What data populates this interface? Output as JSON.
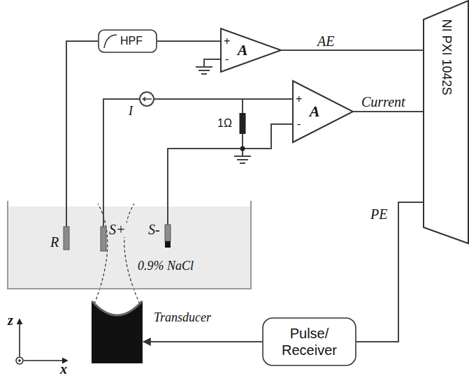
{
  "diagram": {
    "nodes": [
      {
        "text": [
          "HPF"
        ]
      },
      {
        "text": [
          "A"
        ]
      },
      {
        "text": [
          "A"
        ]
      },
      {
        "text": [
          "NI PXI 1042S"
        ]
      },
      {
        "text": [
          "0.9% NaCl"
        ]
      },
      {
        "text": [
          "Transducer"
        ]
      },
      {
        "text": [
          "Pulse/ Receiver"
        ]
      }
    ],
    "edges": [
      {
        "from": 0,
        "to": 1,
        "arrow": "none"
      },
      {
        "from": 1,
        "to": 3,
        "label": "AE",
        "arrow": "none"
      },
      {
        "from": 2,
        "to": 3,
        "label": "Current",
        "arrow": "none"
      },
      {
        "from": 3,
        "to": 6,
        "label": "PE",
        "arrow": "none"
      },
      {
        "from": 6,
        "to": 5,
        "arrow": "to"
      }
    ],
    "labels": [
      "+",
      "-",
      "+",
      "-",
      "I",
      "1Ω",
      "R",
      "S+",
      "S-",
      "z",
      "x"
    ]
  }
}
